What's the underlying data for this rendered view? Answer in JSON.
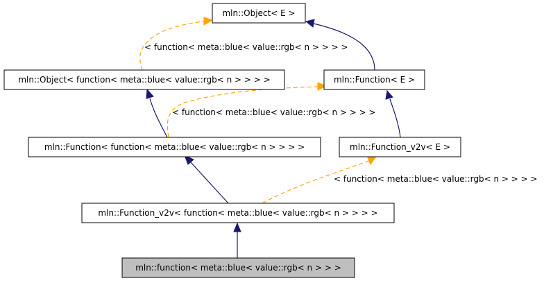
{
  "nodes": {
    "object_e": {
      "label": "mln::Object< E >"
    },
    "object_fn": {
      "label": "mln::Object< function< meta::blue< value::rgb< n > > > >"
    },
    "function_e": {
      "label": "mln::Function< E >"
    },
    "function_fn": {
      "label": "mln::Function< function< meta::blue< value::rgb< n > > > >"
    },
    "function_v2v_e": {
      "label": "mln::Function_v2v< E >"
    },
    "function_v2v_fn": {
      "label": "mln::Function_v2v< function< meta::blue< value::rgb< n > > > >"
    },
    "function_current": {
      "label": "mln::function< meta::blue< value::rgb< n > > >"
    }
  },
  "edge_labels": {
    "object_template": "< function< meta::blue< value::rgb< n > > > >",
    "function_template": "< function< meta::blue< value::rgb< n > > > >",
    "function_v2v_template": "< function< meta::blue< value::rgb< n > > > >"
  },
  "colors": {
    "inheritance_edge": "#191970",
    "template_edge": "#ffa500",
    "current_node_fill": "#bfbfbf"
  }
}
